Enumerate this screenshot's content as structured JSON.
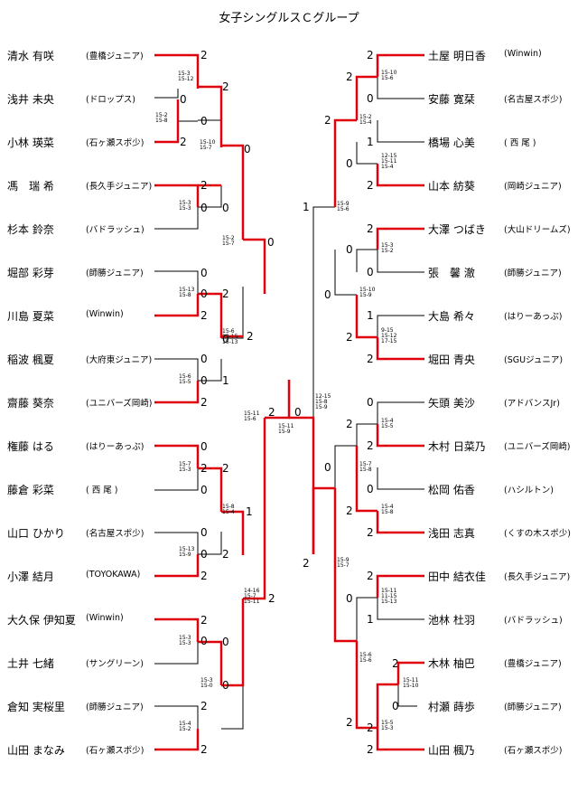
{
  "title": "女子シングルスＣグループ",
  "colors": {
    "win": "#e0000d",
    "lose": "#000000"
  },
  "left_players": [
    {
      "name": "清水 有咲",
      "club": "(豊橋ジュニア)"
    },
    {
      "name": "浅井 未央",
      "club": "(ドロップス)"
    },
    {
      "name": "小林 瑛菜",
      "club": "(石ヶ瀬スポ少)"
    },
    {
      "name": "馮　瑞 希",
      "club": "(長久手ジュニア)"
    },
    {
      "name": "杉本 鈴奈",
      "club": "(バドラッシュ)"
    },
    {
      "name": "堀部 彩芽",
      "club": "(師勝ジュニア)"
    },
    {
      "name": "川島 夏菜",
      "club": "(Winwin)"
    },
    {
      "name": "稲波 楓夏",
      "club": "(大府東ジュニア)"
    },
    {
      "name": "齋藤 葵奈",
      "club": "(ユニバーズ岡崎)"
    },
    {
      "name": "権藤 はる",
      "club": "(はりーあっぷ)"
    },
    {
      "name": "藤倉 彩菜",
      "club": "( 西 尾 )"
    },
    {
      "name": "山口 ひかり",
      "club": "(名古屋スポ少)"
    },
    {
      "name": "小澤 結月",
      "club": "(TOYOKAWA)"
    },
    {
      "name": "大久保 伊知夏",
      "club": "(Winwin)"
    },
    {
      "name": "土井 七緒",
      "club": "(サングリーン)"
    },
    {
      "name": "倉知 実桜里",
      "club": "(師勝ジュニア)"
    },
    {
      "name": "山田 まなみ",
      "club": "(石ヶ瀬スポ少)"
    }
  ],
  "right_players": [
    {
      "name": "土屋 明日香",
      "club": "(Winwin)"
    },
    {
      "name": "安藤 寛栞",
      "club": "(名古屋スポ少)"
    },
    {
      "name": "橋場 心美",
      "club": "( 西 尾 )"
    },
    {
      "name": "山本 紡葵",
      "club": "(岡崎ジュニア)"
    },
    {
      "name": "大澤 つばき",
      "club": "(大山ドリームズ)"
    },
    {
      "name": "張　馨 澈",
      "club": "(師勝ジュニア)"
    },
    {
      "name": "大島 希々",
      "club": "(はりーあっぷ)"
    },
    {
      "name": "堀田 青央",
      "club": "(SGUジュニア)"
    },
    {
      "name": "矢頭 美沙",
      "club": "(アドバンスJr)"
    },
    {
      "name": "木村 日菜乃",
      "club": "(ユニバーズ岡崎)"
    },
    {
      "name": "松岡 佑香",
      "club": "(ハシルトン)"
    },
    {
      "name": "浅田 志真",
      "club": "(くすの木スポ少)"
    },
    {
      "name": "田中 結衣佳",
      "club": "(長久手ジュニア)"
    },
    {
      "name": "池林 杜羽",
      "club": "(バドラッシュ)"
    },
    {
      "name": "木林 柚巴",
      "club": "(豊橋ジュニア)"
    },
    {
      "name": "村瀬 蒔歩",
      "club": "(師勝ジュニア)"
    },
    {
      "name": "山田 楓乃",
      "club": "(石ヶ瀬スポ少)"
    }
  ],
  "match_scores": {
    "l_r0": "15-3\n15-12",
    "l_r1a": "15-2\n15-8",
    "l_r1b": "15-10\n15-7",
    "l_r1c": "15-3\n15-3",
    "l_r2a": "15-2\n15-7",
    "l_r1d": "15-13\n15-8",
    "l_r1e": "15-6\n13-15\n15-13",
    "l_r1f": "15-6\n15-5",
    "l_r3": "15-11\n15-6",
    "l_r1g": "15-7\n15-3",
    "l_r1h": "15-8\n15-4",
    "l_r1i": "15-13\n15-9",
    "l_r2b": "14-16\n15-7\n15-11",
    "l_r1j": "15-3\n15-3",
    "l_r1k": "15-3\n15-0",
    "l_r1l": "15-4\n15-2",
    "final": "15-11\n15-9",
    "r_r1a": "15-10\n15-6",
    "r_r1b": "15-2\n15-4",
    "r_r1c": "12-15\n15-11\n15-4",
    "r_r2a": "15-9\n15-6",
    "r_r1d": "15-3\n15-2",
    "r_r1e": "15-10\n15-9",
    "r_r1f": "9-15\n15-12\n17-15",
    "r_r3": "12-15\n15-8\n15-9",
    "r_r1g": "15-4\n15-5",
    "r_r1h": "15-7\n15-8",
    "r_r1i": "15-4\n15-8",
    "r_r2b": "15-9\n15-7",
    "r_r1j": "15-11\n11-15\n15-13",
    "r_r0": "15-11\n15-10",
    "r_r1k": "15-6\n15-6",
    "r_r1l": "15-5\n15-3"
  },
  "wins": {
    "a1": "2",
    "a2": "2",
    "a3": "0",
    "a4": "0",
    "a5": "0",
    "a6": "2",
    "a7": "2",
    "a8": "0",
    "a9": "0",
    "a10": "2",
    "a11": "0",
    "a12": "2",
    "a13": "0",
    "a14": "0",
    "a15": "2",
    "a16": "0",
    "a17": "0",
    "a18": "2",
    "a19": "1",
    "a20": "0",
    "a21": "2",
    "a22": "2",
    "a23": "0",
    "a24": "0",
    "a25": "2",
    "a26": "1",
    "a27": "0",
    "a28": "2",
    "a29": "2",
    "a30": "0",
    "a31": "0",
    "a32": "2",
    "a33": "0",
    "a34": "2",
    "a35": "2",
    "a36": "0",
    "a37": "2",
    "a38": "2",
    "f1": "2",
    "f2": "0",
    "b1": "2",
    "b2": "2",
    "b3": "0",
    "b4": "1",
    "b5": "2",
    "b6": "0",
    "b7": "2",
    "b8": "1",
    "b9": "2",
    "b10": "0",
    "b11": "0",
    "b12": "0",
    "b13": "2",
    "b14": "1",
    "b15": "2",
    "b16": "2",
    "b17": "0",
    "b18": "2",
    "b19": "0",
    "b20": "2",
    "b21": "0",
    "b22": "2",
    "b23": "2",
    "b24": "2",
    "b25": "0",
    "b26": "1",
    "b27": "2",
    "b28": "0",
    "b29": "2",
    "b30": "0",
    "b31": "2",
    "b32": "2",
    "b33": "2",
    "b34": "2"
  }
}
